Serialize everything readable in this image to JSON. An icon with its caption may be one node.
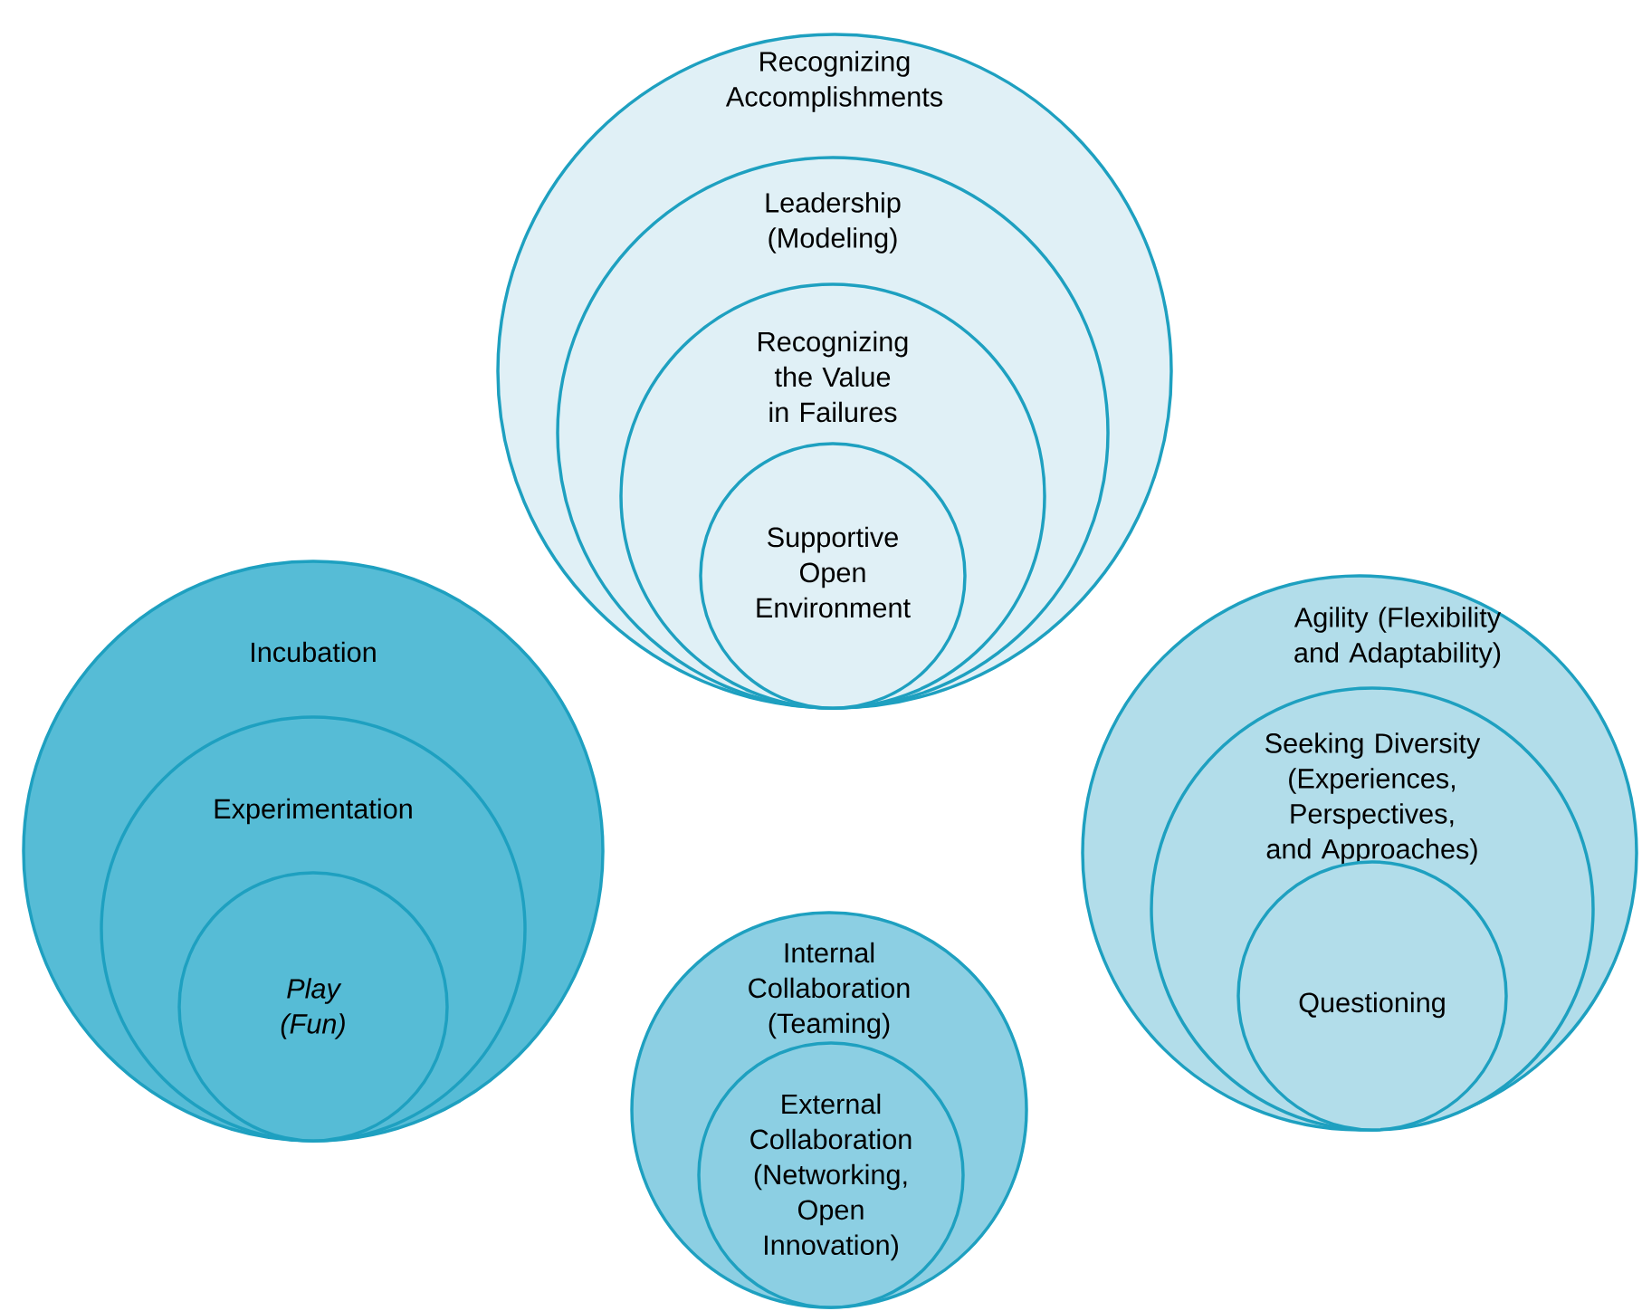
{
  "diagram": {
    "nodes": [
      {
        "text": [
          "Recognizing Accomplishments"
        ]
      },
      {
        "text": [
          "Leadership (Modeling)"
        ],
        "in": 0
      },
      {
        "text": [
          "Recognizing the Value in Failures"
        ],
        "in": 1
      },
      {
        "text": [
          "Supportive Open Environment"
        ],
        "in": 2
      },
      {
        "text": [
          "Incubation"
        ]
      },
      {
        "text": [
          "Experimentation"
        ],
        "in": 4
      },
      {
        "text": [
          "Play (Fun)"
        ],
        "in": 5
      },
      {
        "text": [
          "Agility (Flexibility and Adaptability)"
        ]
      },
      {
        "text": [
          "Seeking Diversity (Experiences, Perspectives, and Approaches)"
        ],
        "in": 7
      },
      {
        "text": [
          "Questioning"
        ],
        "in": 8
      },
      {
        "text": [
          "Internal Collaboration (Teaming)"
        ]
      },
      {
        "text": [
          "External Collaboration (Networking, Open Innovation)"
        ],
        "in": 10
      }
    ]
  }
}
